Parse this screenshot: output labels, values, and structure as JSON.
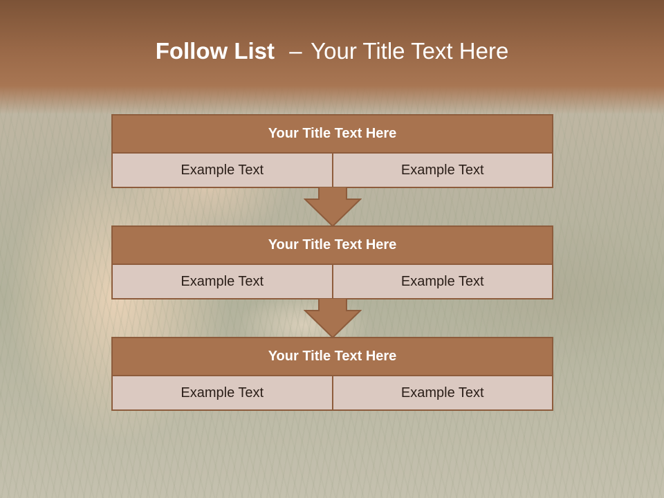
{
  "slide": {
    "title_bold": "Follow List",
    "title_separator": "–",
    "title_rest": "Your Title Text Here"
  },
  "blocks": [
    {
      "title": "Your Title Text Here",
      "left_text": "Example Text",
      "right_text": "Example Text"
    },
    {
      "title": "Your Title Text Here",
      "left_text": "Example Text",
      "right_text": "Example Text"
    },
    {
      "title": "Your Title Text Here",
      "left_text": "Example Text",
      "right_text": "Example Text"
    }
  ],
  "colors": {
    "header_brown": "#9a6948",
    "block_title_fill": "#a8734f",
    "block_border": "#8d5c3c",
    "cell_fill": "#dbc9c1",
    "arrow_fill": "#a8734f"
  },
  "icons": [
    "down-arrow-icon",
    "down-arrow-icon"
  ]
}
